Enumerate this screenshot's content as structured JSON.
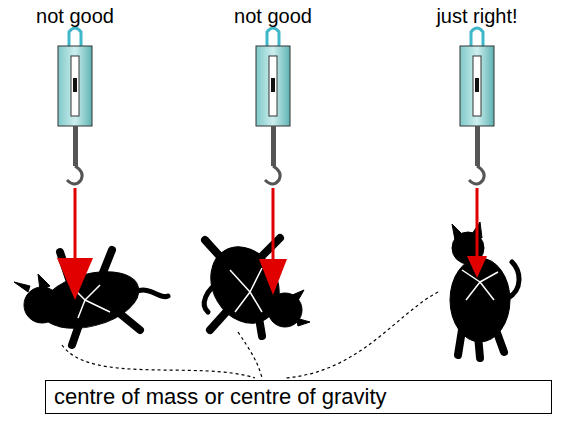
{
  "diagram": {
    "nodes": [
      {
        "text": [
          "centre of mass or centre of gravity"
        ]
      }
    ],
    "labels": [
      "not good",
      "not good",
      "just right!"
    ]
  }
}
